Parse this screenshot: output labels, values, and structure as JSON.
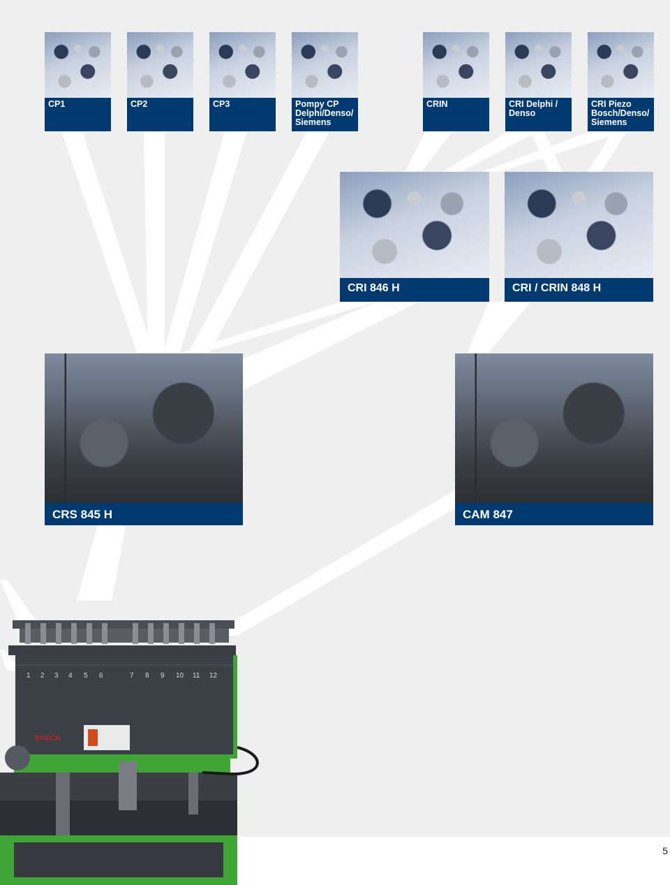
{
  "small_tiles": [
    {
      "id": "cp1",
      "lines": [
        "CP1"
      ]
    },
    {
      "id": "cp2",
      "lines": [
        "CP2"
      ]
    },
    {
      "id": "cp3",
      "lines": [
        "CP3"
      ]
    },
    {
      "id": "pompy",
      "lines": [
        "Pompy CP",
        "Delphi/Denso/",
        "Siemens"
      ]
    },
    {
      "id": "crin",
      "lines": [
        "CRIN"
      ]
    },
    {
      "id": "cri-delphi",
      "lines": [
        "CRI Delphi /",
        "Denso"
      ]
    },
    {
      "id": "cri-piezo",
      "lines": [
        "CRI Piezo",
        "Bosch/Denso/",
        "Siemens"
      ]
    }
  ],
  "kits": [
    {
      "id": "cri846",
      "label": "CRI 846 H"
    },
    {
      "id": "cri848",
      "label": "CRI / CRIN 848 H"
    }
  ],
  "machines": [
    {
      "id": "crs845",
      "label": "CRS 845 H"
    },
    {
      "id": "cam847",
      "label": "CAM 847"
    }
  ],
  "bench_channels": [
    "1",
    "2",
    "3",
    "4",
    "5",
    "6",
    "7",
    "8",
    "9",
    "10",
    "11",
    "12"
  ],
  "page_number": "5",
  "colors": {
    "caption_bg": "#003a70",
    "bench_green": "#3fa535",
    "beam": "#ffffff"
  }
}
